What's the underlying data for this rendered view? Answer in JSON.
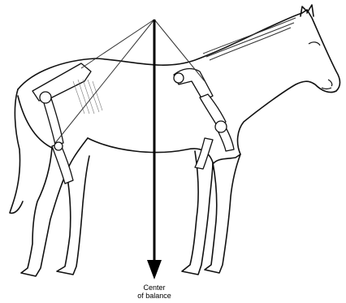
{
  "figure": {
    "subject": "horse-skeleton-overlay",
    "label_line1": "Center",
    "label_line2": "of balance"
  }
}
